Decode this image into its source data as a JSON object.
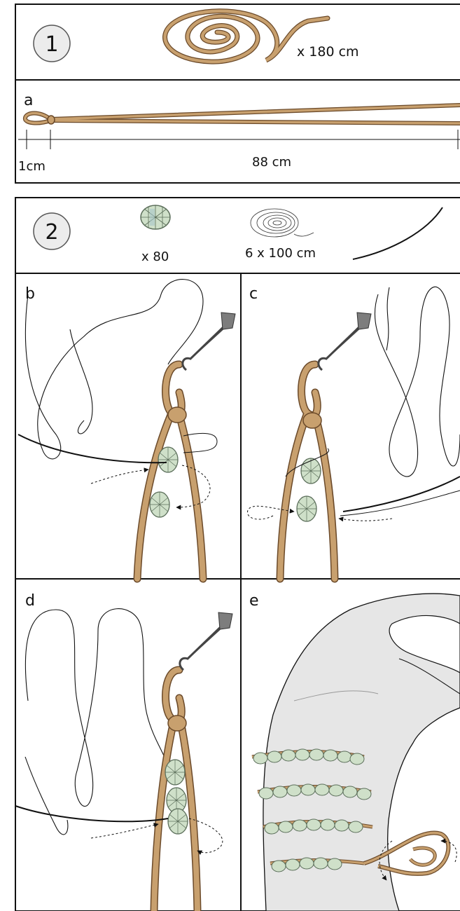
{
  "step1": {
    "number": "1",
    "cord_quantity": "x 180 cm",
    "panel_a": {
      "letter": "a",
      "loop_measure": "1cm",
      "length_measure": "88 cm"
    }
  },
  "step2": {
    "number": "2",
    "bead_quantity": "x 80",
    "thread_quantity": "6 x 100 cm",
    "panels": {
      "b": "b",
      "c": "c",
      "d": "d",
      "e": "e"
    }
  },
  "colors": {
    "leather": "#c8a06e",
    "leather_edge": "#6b4a2a",
    "bead": "#cfe0c9",
    "bead_edge": "#5b6e5a",
    "pin": "#7d7d7d",
    "hand": "#e6e6e6",
    "frame": "#111111"
  }
}
